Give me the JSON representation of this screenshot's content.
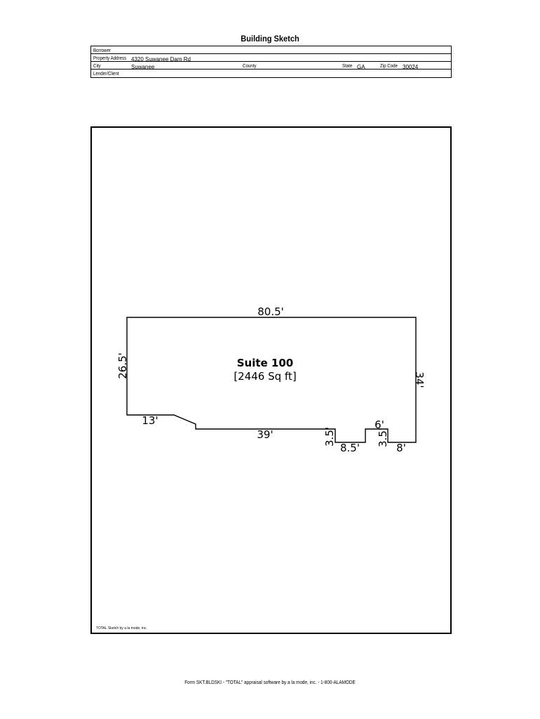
{
  "title": "Building Sketch",
  "header": {
    "borrower_label": "Borrower",
    "borrower_value": "",
    "address_label": "Property Address",
    "address_value": "4320 Suwanee Dam Rd",
    "city_label": "City",
    "city_value": "Suwanee",
    "county_label": "County",
    "county_value": "",
    "state_label": "State",
    "state_value": "GA",
    "zip_label": "Zip Code",
    "zip_value": "30024",
    "lender_label": "Lender/Client",
    "lender_value": ""
  },
  "sketch": {
    "area_name": "Suite 100",
    "area_size": "[2446 Sq ft]",
    "dimensions": {
      "top": "80.5'",
      "left": "26.5'",
      "right": "34'",
      "bottom_left": "13'",
      "bottom_mid": "39'",
      "notch1_height": "3.5'",
      "notch1_width": "8.5'",
      "bump_width": "6'",
      "notch2_height": "3.5'",
      "bottom_right": "8'"
    }
  },
  "credit": "TOTAL Sketch by a la mode, inc.",
  "footer": "Form SKT.BLDSKI - \"TOTAL\" appraisal software by a la mode, inc. - 1-800-ALAMODE"
}
